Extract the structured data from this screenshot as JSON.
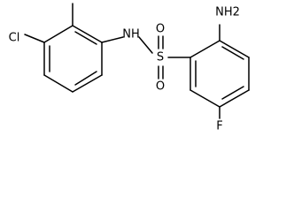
{
  "molecule": {
    "atoms": {
      "amine": "NH2",
      "sulfonamide_n": "NH",
      "sulfur": "S",
      "oxygen_top": "O",
      "oxygen_bottom": "O",
      "chlorine": "Cl",
      "fluorine": "F"
    }
  }
}
